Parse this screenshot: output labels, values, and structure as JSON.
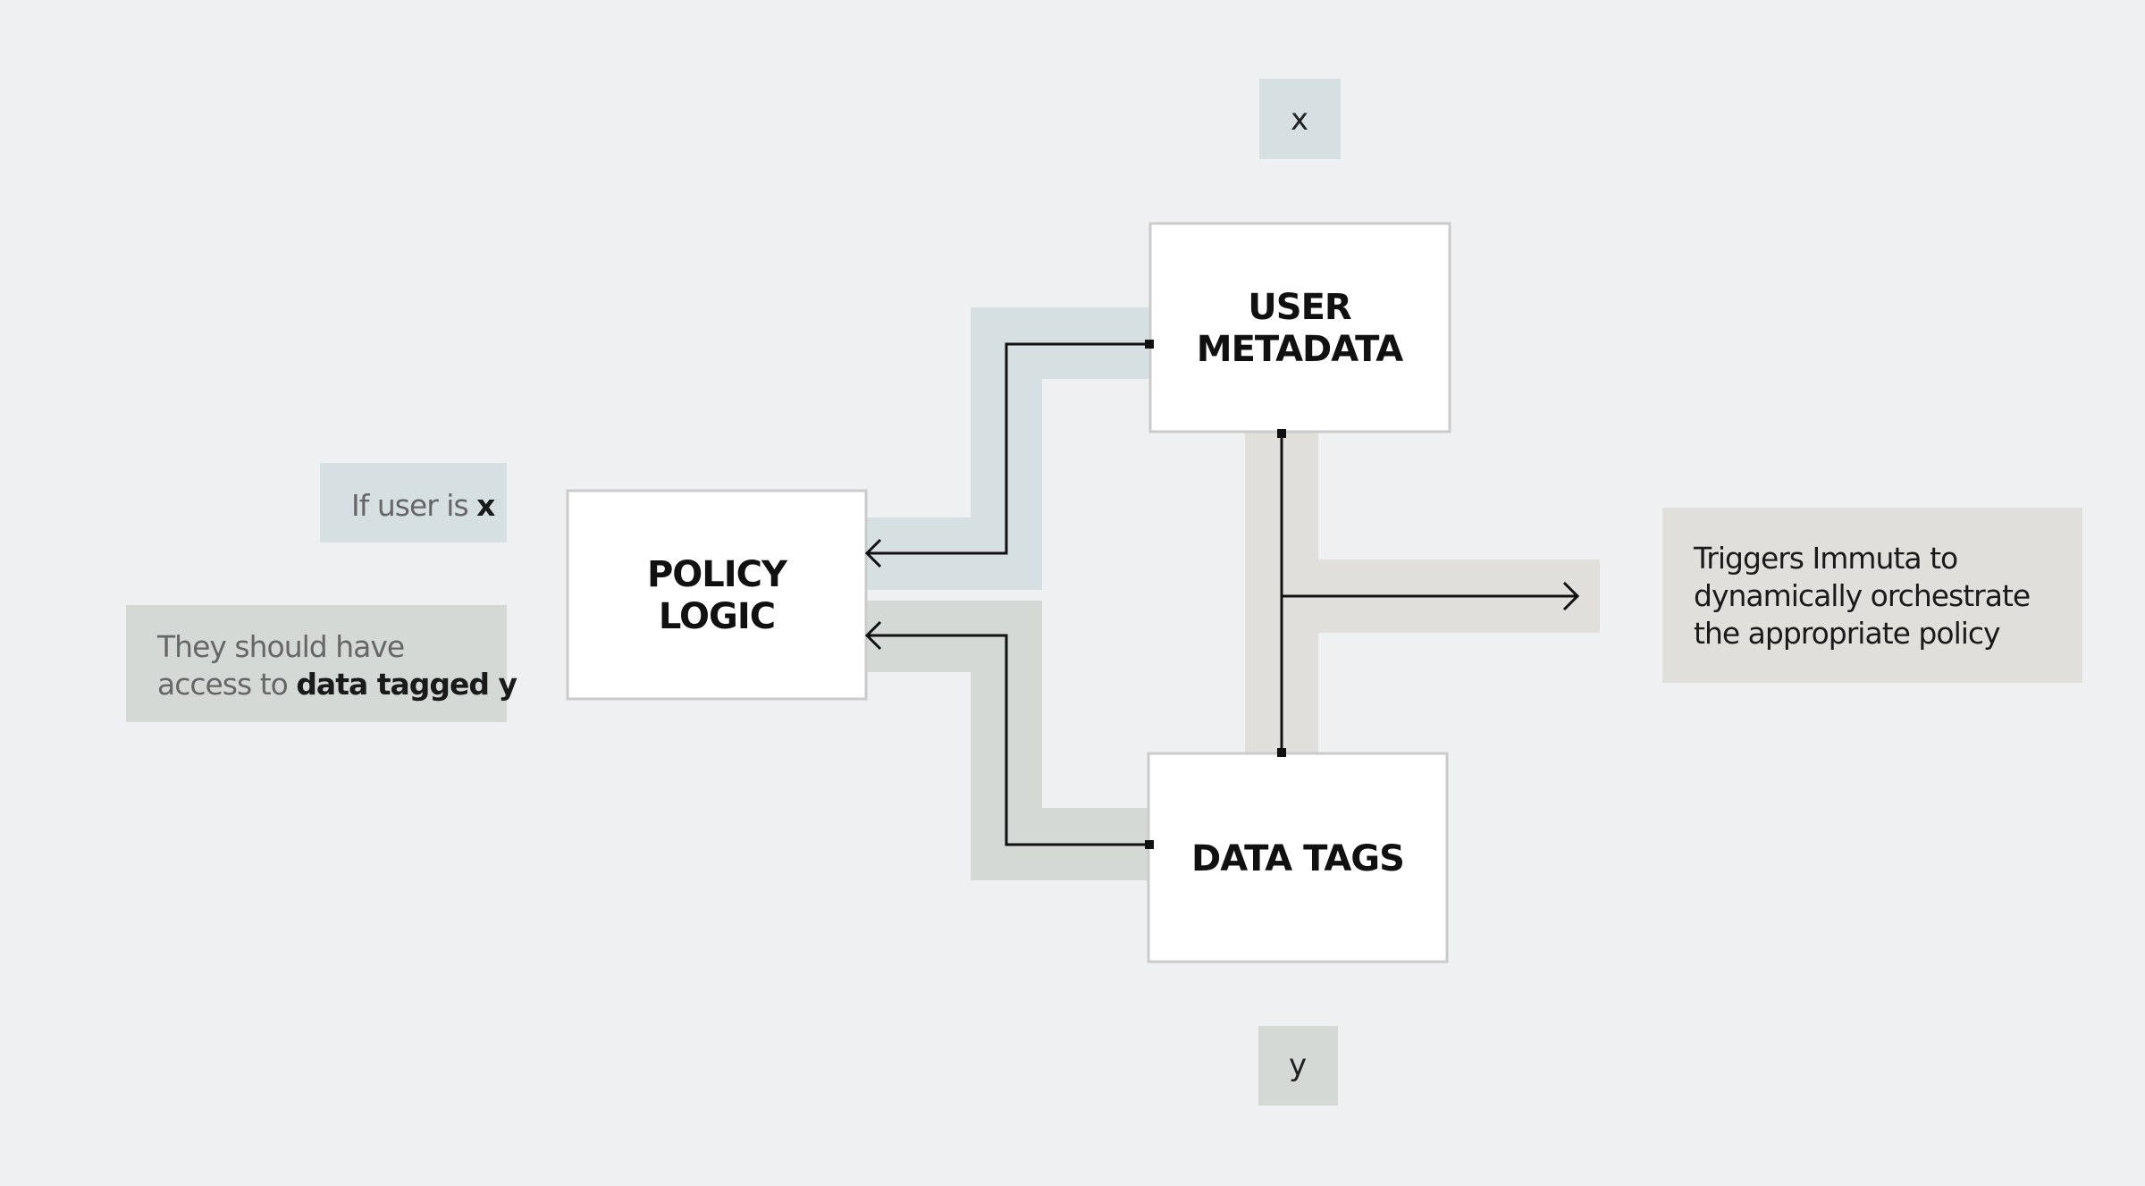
{
  "nodes": {
    "user_metadata": {
      "lines": [
        "USER",
        "METADATA"
      ]
    },
    "policy_logic": {
      "lines": [
        "POLICY",
        "LOGIC"
      ]
    },
    "data_tags": {
      "lines": [
        "DATA TAGS"
      ]
    }
  },
  "chips": {
    "x": "x",
    "y": "y"
  },
  "notes": {
    "if_user": {
      "text": "If user is ",
      "bold": "x"
    },
    "access": {
      "line1": "They should have",
      "line2_prefix": "access to ",
      "line2_bold": "data tagged y"
    },
    "triggers": {
      "lines": [
        "Triggers Immuta to",
        "dynamically orchestrate",
        "the appropriate policy"
      ]
    }
  },
  "colors": {
    "background": "#eff0f2",
    "blue_band": "#d6dfe2",
    "green_band": "#d4d9d6",
    "beige_band": "#e0dfdb",
    "box_fill": "#ffffff",
    "box_stroke": "#cbcbcb",
    "line": "#111111"
  }
}
